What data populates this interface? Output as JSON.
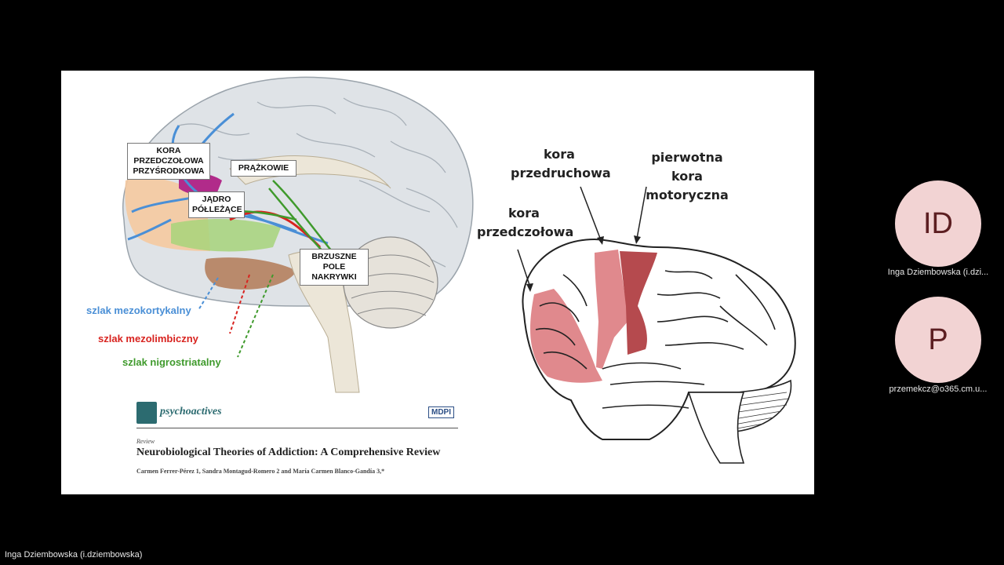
{
  "slide": {
    "left_figure": {
      "labels": {
        "medial_pfc": "KORA PRZEDCZOŁOWA PRZYŚRODKOWA",
        "nucleus_accumbens": "JĄDRO PÓŁLEŻĄCE",
        "striatum": "PRĄŻKOWIE",
        "vta": "BRZUSZNE POLE NAKRYWKI"
      },
      "pathways": [
        {
          "name": "szlak mezokortykalny",
          "color": "#4a8fd6"
        },
        {
          "name": "szlak mezolimbiczny",
          "color": "#d8231f"
        },
        {
          "name": "szlak nigrostriatalny",
          "color": "#3f9a2c"
        }
      ]
    },
    "paper": {
      "journal": "psychoactives",
      "publisher": "MDPI",
      "article_type": "Review",
      "title": "Neurobiological Theories of Addiction: A Comprehensive Review",
      "authors": "Carmen Ferrer-Pérez 1, Sandra Montagud-Romero 2 and María Carmen Blanco-Gandía 3,*"
    },
    "right_figure": {
      "labels": {
        "prefrontal": "kora przedczołowa",
        "premotor": "kora przedruchowa",
        "primary_motor": "pierwotna kora motoryczna"
      },
      "colors": {
        "prefrontal": "#e0898d",
        "premotor": "#e0898d",
        "primary_motor": "#b54a4e"
      }
    }
  },
  "participants": [
    {
      "initials": "ID",
      "name": "Inga Dziembowska (i.dzi..."
    },
    {
      "initials": "P",
      "name": "przemekcz@o365.cm.u..."
    }
  ],
  "presenter": "Inga Dziembowska (i.dziembowska)"
}
